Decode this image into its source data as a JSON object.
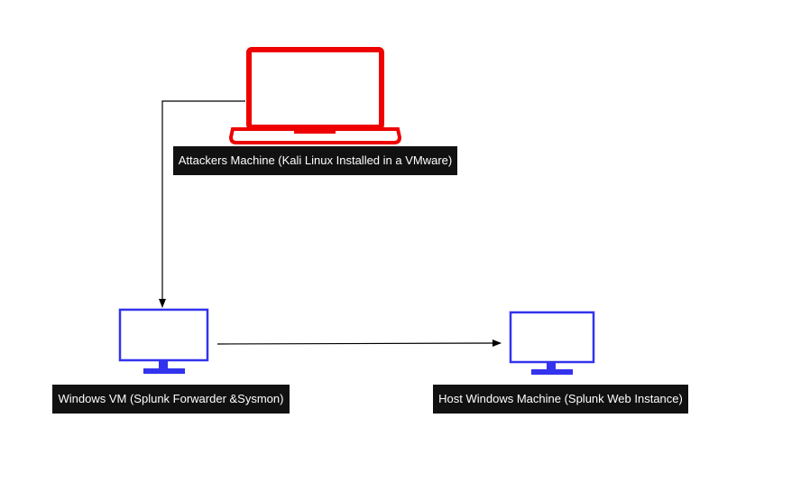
{
  "diagram": {
    "nodes": [
      {
        "id": "attacker",
        "icon": "laptop-icon",
        "label": "Attackers Machine (Kali Linux Installed in a VMware)",
        "color": "#ee0000"
      },
      {
        "id": "windows_vm",
        "icon": "monitor-icon",
        "label": "Windows VM (Splunk Forwarder &Sysmon)",
        "color": "#3333ee"
      },
      {
        "id": "host",
        "icon": "monitor-icon",
        "label": "Host Windows Machine (Splunk Web Instance)",
        "color": "#3333ee"
      }
    ],
    "edges": [
      {
        "from": "attacker",
        "to": "windows_vm"
      },
      {
        "from": "windows_vm",
        "to": "host"
      }
    ],
    "colors": {
      "label_background": "#111111",
      "label_text": "#ffffff",
      "edge": "#000000"
    }
  }
}
